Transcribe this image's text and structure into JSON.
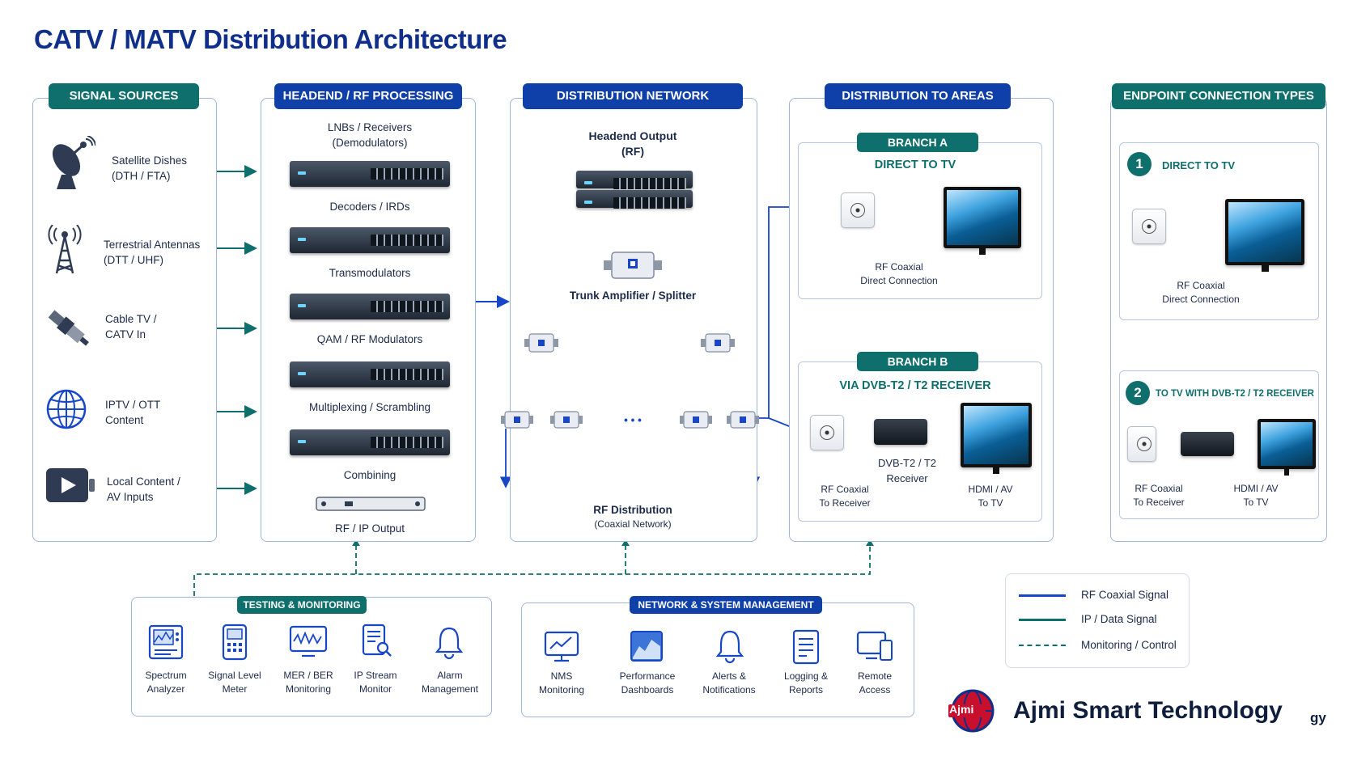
{
  "title": "CATV / MATV Distribution Architecture",
  "sections": {
    "sources": "SIGNAL SOURCES",
    "headend": "HEADEND / RF PROCESSING",
    "distribution": "DISTRIBUTION NETWORK",
    "areas": "DISTRIBUTION TO AREAS",
    "endpoints": "ENDPOINT CONNECTION TYPES"
  },
  "sources": [
    {
      "line1": "Satellite Dishes",
      "line2": "(DTH / FTA)",
      "icon": "satellite-dish-icon"
    },
    {
      "line1": "Terrestrial Antennas",
      "line2": "(DTT / UHF)",
      "icon": "antenna-tower-icon"
    },
    {
      "line1": "Cable TV /",
      "line2": "CATV In",
      "icon": "coax-connector-icon"
    },
    {
      "line1": "IPTV / OTT",
      "line2": "Content",
      "icon": "globe-icon"
    },
    {
      "line1": "Local Content /",
      "line2": "AV Inputs",
      "icon": "play-button-icon"
    }
  ],
  "headend": {
    "stages": [
      "LNBs / Receivers",
      "(Demodulators)",
      "Decoders / IRDs",
      "Transmodulators",
      "QAM / RF Modulators",
      "Multiplexing / Scrambling",
      "Combining"
    ],
    "output": "RF / IP Output"
  },
  "distribution": {
    "headend_output": "Headend Output",
    "rf": "(RF)",
    "trunk": "Trunk Amplifier / Splitter",
    "dots": "• • •",
    "rf_distribution": "RF Distribution",
    "coax_network": "(Coaxial Network)"
  },
  "areas": {
    "branch_a": "BRANCH A",
    "branch_a_sub": "DIRECT TO TV",
    "rf_coaxial": "RF Coaxial",
    "direct_connection": "Direct Connection",
    "branch_b": "BRANCH B",
    "branch_b_sub": "VIA DVB-T2 / T2 RECEIVER",
    "receiver_l1": "DVB-T2 / T2",
    "receiver_l2": "Receiver",
    "to_receiver": "To Receiver",
    "hdmi": "HDMI / AV",
    "to_tv": "To TV"
  },
  "endpoints": {
    "type1_num": "1",
    "type1": "DIRECT TO TV",
    "type1_l1": "RF Coaxial",
    "type1_l2": "Direct Connection",
    "type2_num": "2",
    "type2": "TO TV WITH DVB-T2 / T2 RECEIVER",
    "type2_a1": "RF Coaxial",
    "type2_a2": "To Receiver",
    "type2_b1": "HDMI / AV",
    "type2_b2": "To TV"
  },
  "testing": {
    "title": "TESTING & MONITORING",
    "items": [
      {
        "l1": "Spectrum",
        "l2": "Analyzer"
      },
      {
        "l1": "Signal Level",
        "l2": "Meter"
      },
      {
        "l1": "MER / BER",
        "l2": "Monitoring"
      },
      {
        "l1": "IP Stream",
        "l2": "Monitor"
      },
      {
        "l1": "Alarm",
        "l2": "Management"
      }
    ]
  },
  "management": {
    "title": "NETWORK & SYSTEM MANAGEMENT",
    "items": [
      {
        "l1": "NMS",
        "l2": "Monitoring"
      },
      {
        "l1": "Performance",
        "l2": "Dashboards"
      },
      {
        "l1": "Alerts &",
        "l2": "Notifications"
      },
      {
        "l1": "Logging &",
        "l2": "Reports"
      },
      {
        "l1": "Remote",
        "l2": "Access"
      }
    ]
  },
  "legend": {
    "rf": "RF Coaxial Signal",
    "ip": "IP / Data Signal",
    "mon": "Monitoring / Control"
  },
  "brand": {
    "logo_text": "Ajmi",
    "name": "Ajmi Smart Technology",
    "fragment": "gy"
  },
  "colors": {
    "rf": "#1846c8",
    "ip": "#0e6f6c",
    "monitoring": "#0e6f6c",
    "title": "#0f2f8a"
  }
}
